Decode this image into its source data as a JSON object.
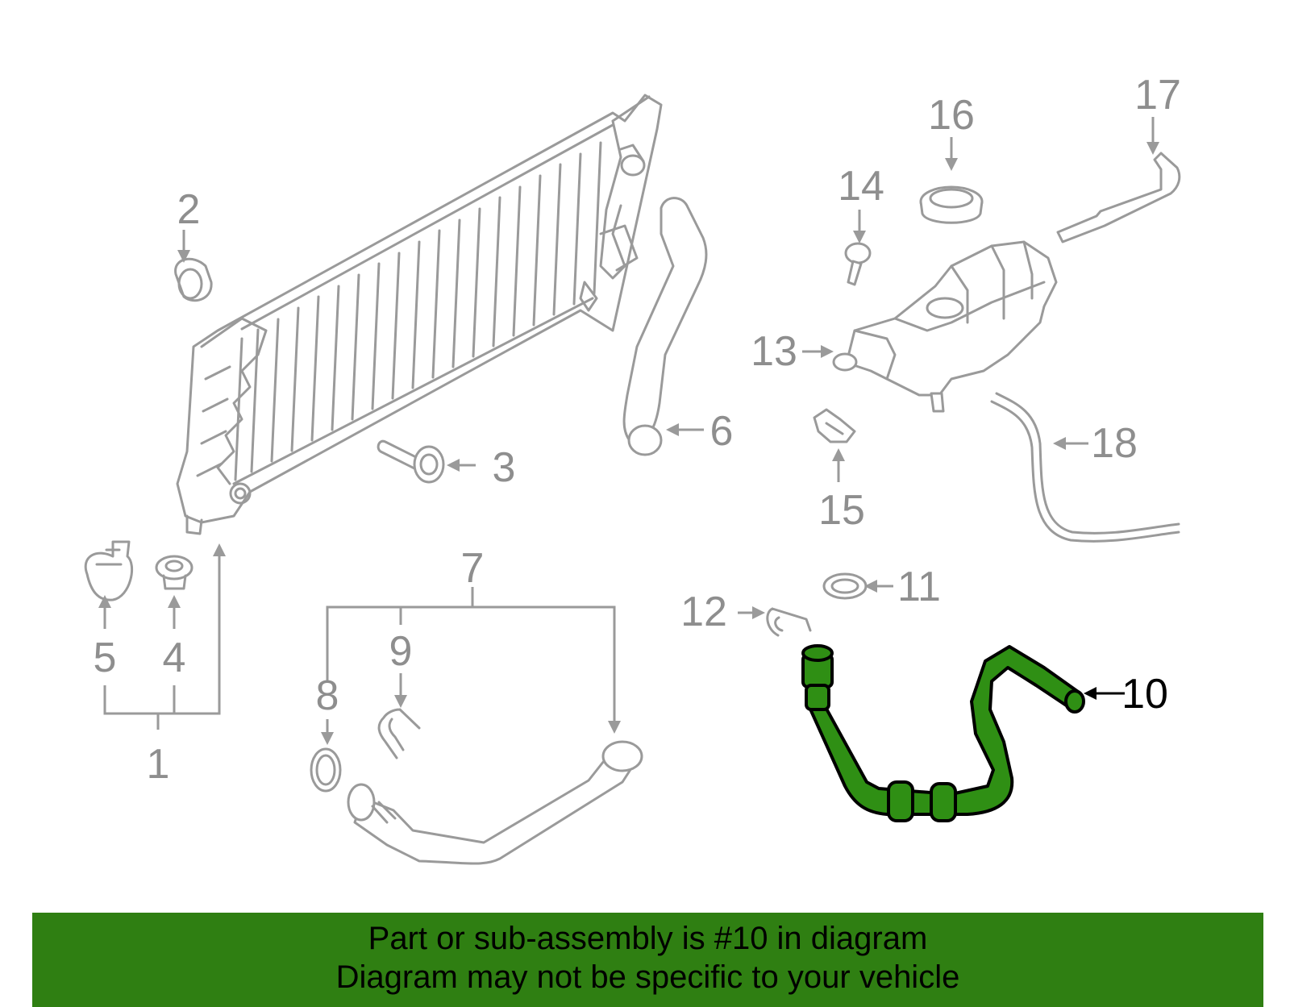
{
  "diagram": {
    "callouts": [
      "1",
      "2",
      "3",
      "4",
      "5",
      "6",
      "7",
      "8",
      "9",
      "10",
      "11",
      "12",
      "13",
      "14",
      "15",
      "16",
      "17",
      "18"
    ],
    "highlighted_part": "10",
    "colors": {
      "highlight_fill": "#2f8f14",
      "banner": "#2f7f12",
      "part_stroke": "#9a9a9a",
      "callout_text": "#8e8e8e"
    }
  },
  "banner": {
    "line1": "Part or sub-assembly is #10 in diagram",
    "line2": "Diagram may not be specific to your vehicle"
  }
}
